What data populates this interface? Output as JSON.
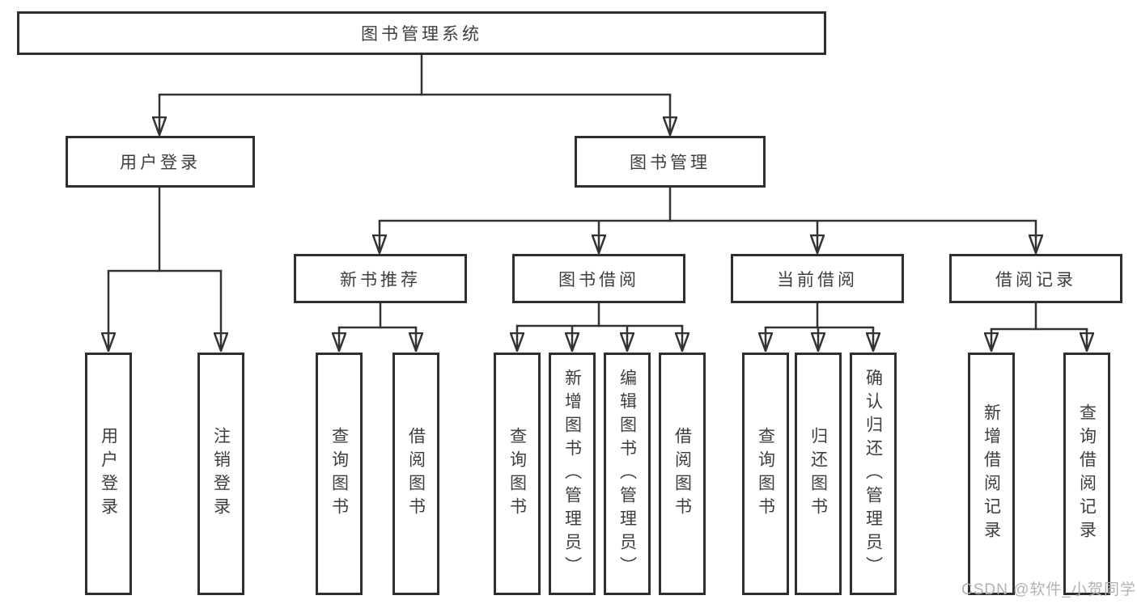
{
  "diagram_type": "hierarchy-tree",
  "nodes": {
    "root": "图书管理系统",
    "user_login": "用户登录",
    "book_management": "图书管理",
    "new_book_recommend": "新书推荐",
    "book_borrow": "图书借阅",
    "current_borrow": "当前借阅",
    "borrow_records": "借阅记录",
    "leaf_user_login": "用户登录",
    "leaf_logout": "注销登录",
    "leaf_query_books_recommend": "查询图书",
    "leaf_borrow_books_recommend": "借阅图书",
    "leaf_query_books_borrow": "查询图书",
    "leaf_add_book_admin": "新增图书（管理员）",
    "leaf_edit_book_admin": "编辑图书（管理员）",
    "leaf_borrow_books_borrow": "借阅图书",
    "leaf_query_books_current": "查询图书",
    "leaf_return_book": "归还图书",
    "leaf_confirm_return_admin": "确认归还（管理员）",
    "leaf_add_borrow_record": "新增借阅记录",
    "leaf_query_borrow_record": "查询借阅记录"
  },
  "watermark": "CSDN @软件_小贺同学",
  "colors": {
    "line": "#333333",
    "box_border": "#2f2f2f",
    "box_fill": "#ffffff",
    "text": "#3e3e3e",
    "watermark": "#b2b2b2",
    "background": "#ffffff"
  }
}
